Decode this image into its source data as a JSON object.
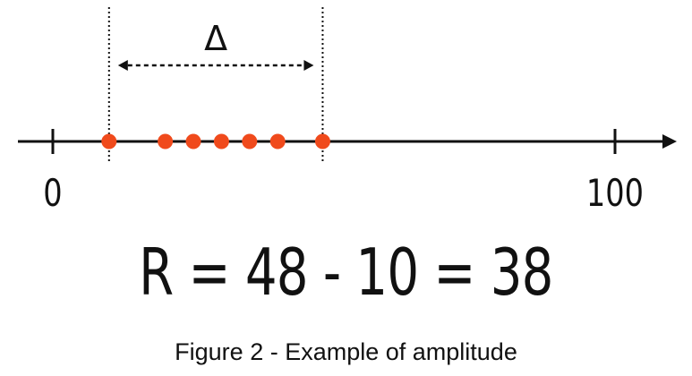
{
  "axis": {
    "min": 0,
    "max": 100,
    "tick_values": [
      0,
      100
    ],
    "tick_labels": [
      "0",
      "100"
    ]
  },
  "points": [
    10,
    20,
    25,
    30,
    35,
    40,
    48
  ],
  "range": {
    "low": 10,
    "high": 48,
    "label": "Δ"
  },
  "formula": "R = 48 - 10 = 38",
  "caption": "Figure 2 - Example of amplitude",
  "colors": {
    "point": "#f04a1c",
    "line": "#111111"
  }
}
